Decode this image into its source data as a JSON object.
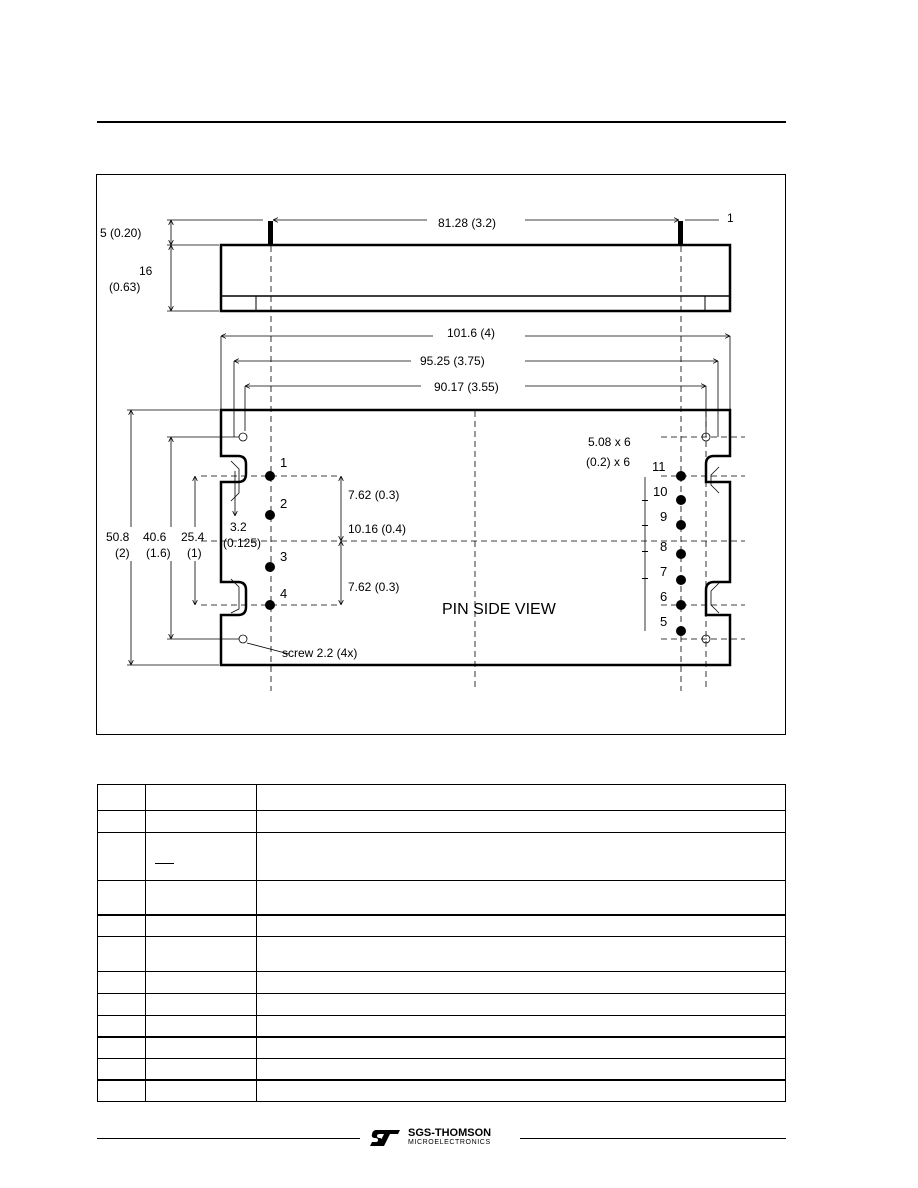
{
  "drawing": {
    "side_view": {
      "pin_height": "5 (0.20)",
      "height": "16",
      "height_in": "(0.63)",
      "pin_span": "81.28 (3.2)",
      "pin_span_pin": "1"
    },
    "pin_side_view": {
      "title": "PIN SIDE VIEW",
      "width": "101.6 (4)",
      "hole_span": "95.25 (3.75)",
      "inner_span": "90.17 (3.55)",
      "height_outer": "50.8",
      "height_outer_in": "(2)",
      "height_mid": "40.6",
      "height_mid_in": "(1.6)",
      "height_inner": "25.4",
      "height_inner_in": "(1)",
      "edge_offset": "3.2",
      "edge_offset_in": "(0.125)",
      "pitch_top": "7.62 (0.3)",
      "pitch_center": "10.16 (0.4)",
      "pitch_bottom": "7.62 (0.3)",
      "right_pitch": "5.08 x 6",
      "right_pitch_in": "(0.2) x 6",
      "screw": "screw 2.2 (4x)",
      "left_pins": [
        "1",
        "2",
        "3",
        "4"
      ],
      "right_pins": [
        "11",
        "10",
        "9",
        "8",
        "7",
        "6",
        "5"
      ]
    }
  },
  "pin_table": {
    "rows": [
      {
        "pin": "",
        "name": "",
        "function": ""
      },
      {
        "pin": "",
        "name": "",
        "function": ""
      },
      {
        "pin": "",
        "name": "",
        "function": ""
      },
      {
        "pin": "",
        "name": "",
        "function": ""
      },
      {
        "pin": "",
        "name": "",
        "function": ""
      },
      {
        "pin": "",
        "name": "",
        "function": ""
      },
      {
        "pin": "",
        "name": "",
        "function": ""
      },
      {
        "pin": "",
        "name": "",
        "function": ""
      },
      {
        "pin": "",
        "name": "",
        "function": ""
      },
      {
        "pin": "",
        "name": "",
        "function": ""
      },
      {
        "pin": "",
        "name": "",
        "function": ""
      },
      {
        "pin": "",
        "name": "",
        "function": ""
      }
    ]
  },
  "footer": {
    "brand": "SGS-THOMSON",
    "brand_sub": "MICROELECTRONICS"
  }
}
